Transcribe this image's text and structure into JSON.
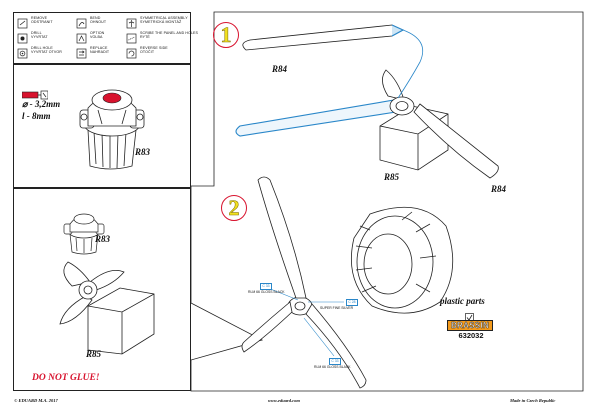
{
  "legend": {
    "remove": "REMOVE\nODSTRANIT",
    "bend": "BEND\nOHNOUT",
    "symmetrical": "SYMMETRICAL ASSEMBLY\nSYMETRICKÁ MONTÁŽ",
    "drill": "DRILL\nVYVRTAT",
    "option": "OPTION\nVOLBA",
    "scribe": "SCRIBE THE PANEL AND HOLES\nRYTÉ",
    "drill_hole": "DRILL HOLE\nVYVRTAT OTVOR",
    "replace": "REPLACE\nNAHRADIT",
    "reverse": "REVERSE SIDE\nOTOČIT"
  },
  "drill_spec": {
    "diameter": "⌀ - 3,2mm",
    "length": "l - 8mm"
  },
  "labels": {
    "r83_a": "R83",
    "r83_b": "R83",
    "r84_a": "R84",
    "r84_b": "R84",
    "r85_a": "R85",
    "r85_b": "R85"
  },
  "steps": {
    "one": "1",
    "two": "2"
  },
  "do_not_glue": "DO NOT GLUE!",
  "callouts": {
    "c1_code": "C 33",
    "c1_text": "RLM 66 GLOSS BLACK",
    "c2_code": "C 28",
    "c2_text": "SUPER FINE SILVER",
    "c3_code": "C 33",
    "c3_text": "RLM 66 GLOSS BLACK"
  },
  "plastic": {
    "title": "plastic parts",
    "brand": "BRASSIN",
    "code": "632032"
  },
  "footer": {
    "left": "© EDUARD M.A. 2017",
    "center": "www.eduard.com",
    "right": "Made in Czech Republic"
  },
  "colors": {
    "red": "#d8132e",
    "yellow": "#f2e11f",
    "blue": "#2a87c9",
    "orange": "#f39a1c"
  }
}
